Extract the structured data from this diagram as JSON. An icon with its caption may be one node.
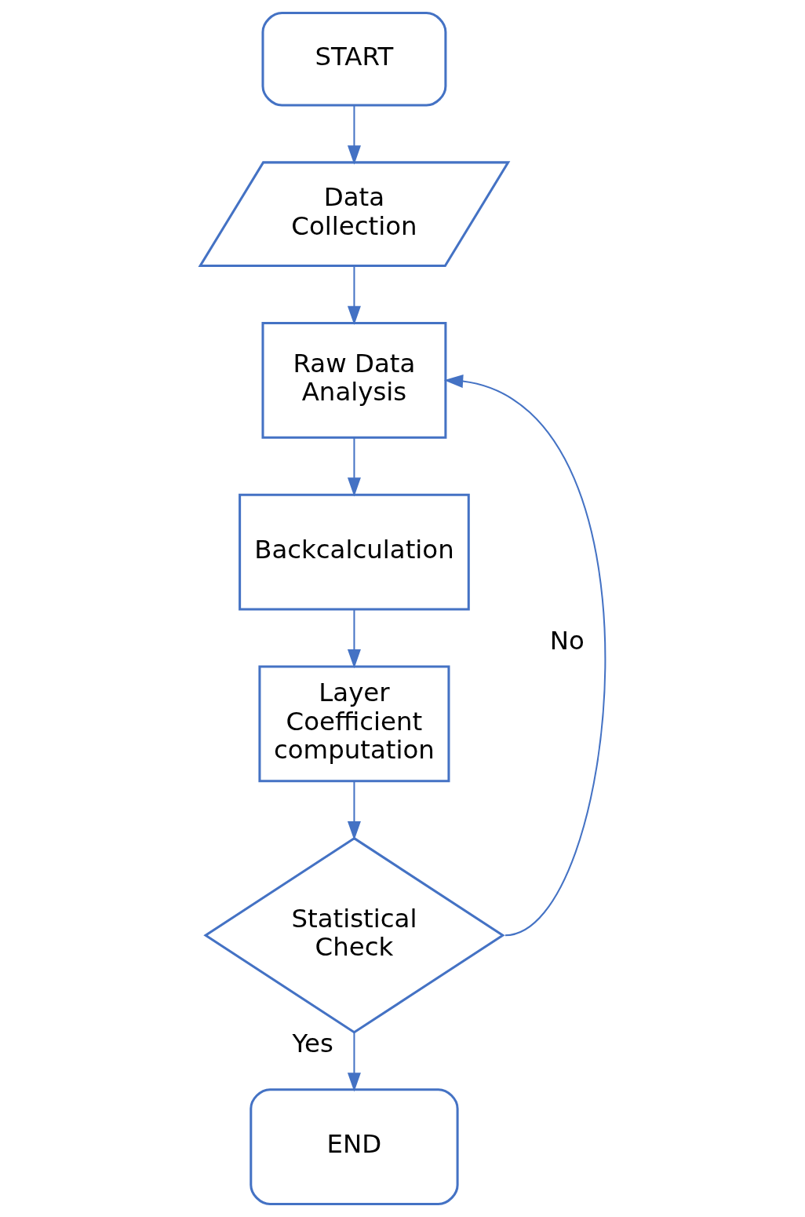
{
  "diagram": {
    "nodes": [
      {
        "text": [
          "START"
        ]
      },
      {
        "text": [
          "Data Collection"
        ]
      },
      {
        "text": [
          "Raw Data Analysis"
        ]
      },
      {
        "text": [
          "Backcalculation"
        ]
      },
      {
        "text": [
          "Layer Coefficient computation"
        ]
      },
      {
        "text": [
          "Statistical Check"
        ]
      },
      {
        "text": [
          "END"
        ]
      }
    ],
    "edges": [
      {
        "from": 0,
        "to": 1,
        "arrow": "to"
      },
      {
        "from": 1,
        "to": 2,
        "arrow": "to"
      },
      {
        "from": 2,
        "to": 3,
        "arrow": "to"
      },
      {
        "from": 3,
        "to": 4,
        "arrow": "to"
      },
      {
        "from": 4,
        "to": 5,
        "arrow": "to"
      },
      {
        "from": 5,
        "to": 2,
        "arrow": "to",
        "label": "No"
      },
      {
        "from": 5,
        "to": 6,
        "arrow": "to",
        "label": "Yes"
      }
    ]
  }
}
